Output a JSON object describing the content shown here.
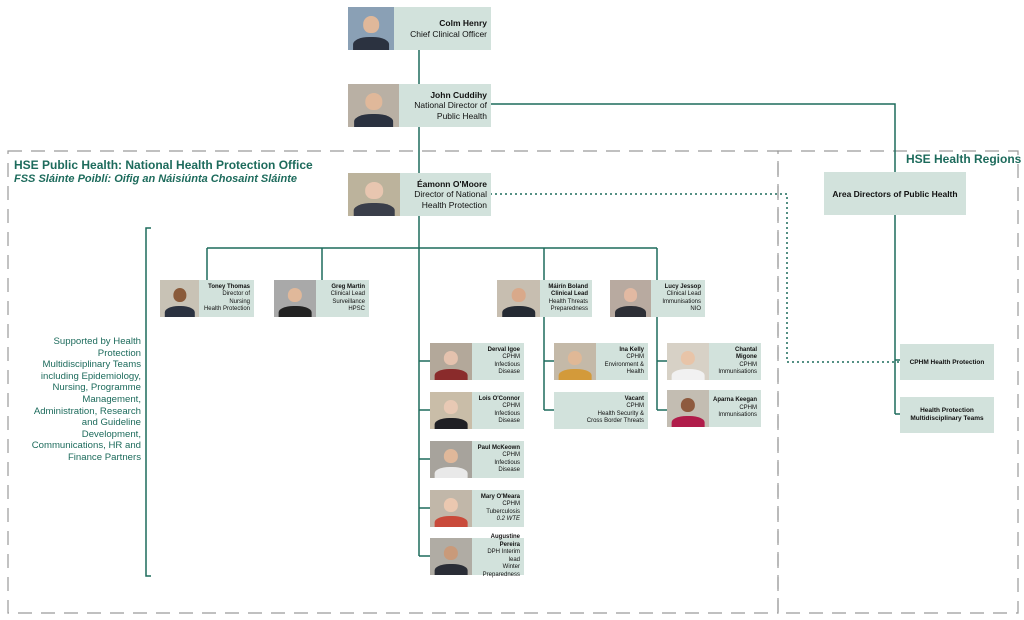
{
  "colors": {
    "card_bg": "#d2e2dc",
    "line": "#1d6b5c",
    "dash": "#9a9a9a",
    "title": "#1d6b5c"
  },
  "office": {
    "title": "HSE Public Health: National Health Protection Office",
    "subtitle": "FSS Sláinte Poiblí: Oifig an Náisiúnta Chosaint Sláinte"
  },
  "regions": {
    "title": "HSE Health Regions"
  },
  "side_note": "Supported by Health Protection Multidisciplinary Teams including Epidemiology, Nursing, Programme Management, Administration, Research and Guideline Development, Communications, HR and Finance Partners",
  "people": {
    "colm": {
      "name": "Colm Henry",
      "role": "Chief Clinical Officer"
    },
    "john": {
      "name": "John Cuddihy",
      "role1": "National Director of",
      "role2": "Public Health"
    },
    "eamonn": {
      "name": "Éamonn O'Moore",
      "role1": "Director of National",
      "role2": "Health Protection"
    },
    "toney": {
      "name": "Toney Thomas",
      "role1": "Director of Nursing",
      "role2": "Health Protection"
    },
    "greg": {
      "name": "Greg Martin",
      "role1": "Clinical Lead",
      "role2": "Surveillance",
      "role3": "HPSC"
    },
    "mairin": {
      "name": "Máirín Boland",
      "name2": "Clinical Lead",
      "role1": "Health Threats",
      "role2": "Preparedness"
    },
    "lucy": {
      "name": "Lucy Jessop",
      "role1": "Clinical Lead",
      "role2": "Immunisations",
      "role3": "NIO"
    },
    "derval": {
      "name": "Derval Igoe",
      "role1": "CPHM",
      "role2": "Infectious Disease"
    },
    "lois": {
      "name": "Lois O'Connor",
      "role1": "CPHM",
      "role2": "Infectious Disease"
    },
    "paul": {
      "name": "Paul McKeown",
      "role1": "CPHM",
      "role2": "Infectious Disease"
    },
    "mary": {
      "name": "Mary O'Meara",
      "role1": "CPHM",
      "role2": "Tuberculosis",
      "role3": "0.2 WTE"
    },
    "augustine": {
      "name": "Augustine Pereira",
      "role1": "DPH Interim lead",
      "role2": "Winter",
      "role3": "Preparedness"
    },
    "ina": {
      "name": "Ina Kelly",
      "role1": "CPHM",
      "role2": "Environment &",
      "role3": "Health"
    },
    "vacant": {
      "name": "Vacant",
      "role1": "CPHM",
      "role2": "Health Security &",
      "role3": "Cross Border Threats"
    },
    "chantal": {
      "name": "Chantal Migone",
      "role1": "CPHM",
      "role2": "Immunisations"
    },
    "aparna": {
      "name": "Aparna Keegan",
      "role1": "CPHM",
      "role2": "Immunisations"
    }
  },
  "boxes": {
    "area_directors": "Area Directors of Public Health",
    "cphm_hp": "CPHM Health Protection",
    "hp_teams_1": "Health Protection",
    "hp_teams_2": "Multidisciplinary Teams"
  }
}
